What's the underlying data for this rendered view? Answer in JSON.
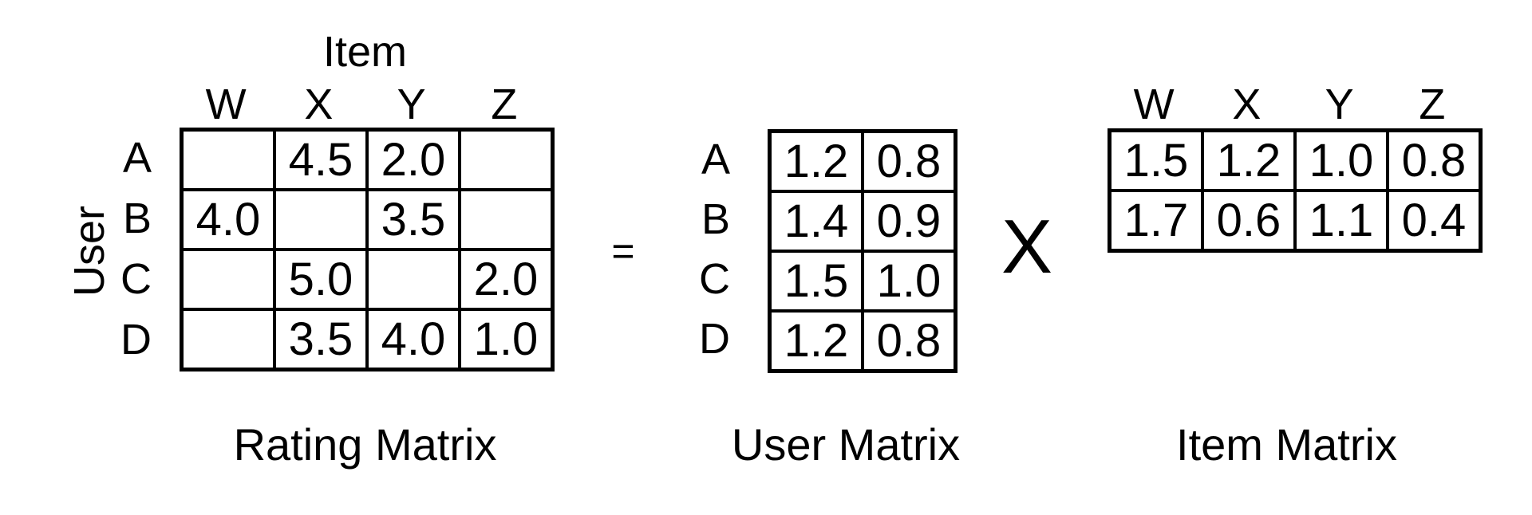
{
  "colors": {
    "background": "#ffffff",
    "text": "#000000",
    "grid_lines": "#000000"
  },
  "equation": {
    "equals": "=",
    "multiply": "X"
  },
  "rating_matrix": {
    "caption": "Rating Matrix",
    "col_axis_label": "Item",
    "row_axis_label": "User",
    "col_headers": [
      "W",
      "X",
      "Y",
      "Z"
    ],
    "row_headers": [
      "A",
      "B",
      "C",
      "D"
    ],
    "rows": [
      [
        "",
        "4.5",
        "2.0",
        ""
      ],
      [
        "4.0",
        "",
        "3.5",
        ""
      ],
      [
        "",
        "5.0",
        "",
        "2.0"
      ],
      [
        "",
        "3.5",
        "4.0",
        "1.0"
      ]
    ]
  },
  "user_matrix": {
    "caption": "User Matrix",
    "row_headers": [
      "A",
      "B",
      "C",
      "D"
    ],
    "rows": [
      [
        "1.2",
        "0.8"
      ],
      [
        "1.4",
        "0.9"
      ],
      [
        "1.5",
        "1.0"
      ],
      [
        "1.2",
        "0.8"
      ]
    ]
  },
  "item_matrix": {
    "caption": "Item Matrix",
    "col_headers": [
      "W",
      "X",
      "Y",
      "Z"
    ],
    "rows": [
      [
        "1.5",
        "1.2",
        "1.0",
        "0.8"
      ],
      [
        "1.7",
        "0.6",
        "1.1",
        "0.4"
      ]
    ]
  }
}
